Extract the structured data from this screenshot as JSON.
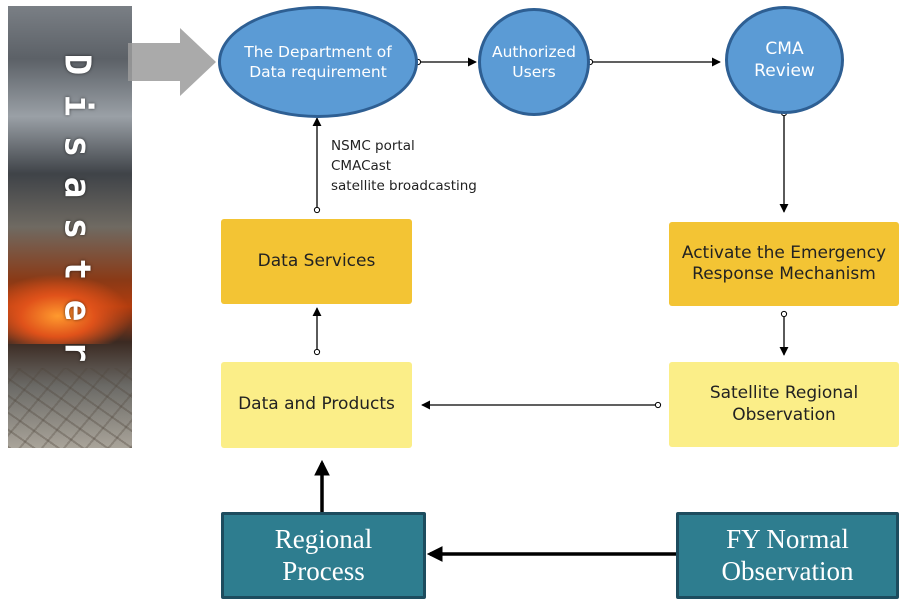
{
  "banner": {
    "word": "Disaster"
  },
  "nodes": {
    "dept": "The Department of Data requirement",
    "users": "Authorized Users",
    "cma": "CMA Review",
    "activate": "Activate the Emergency Response Mechanism",
    "services": "Data Services",
    "products": "Data and Products",
    "satellite": "Satellite Regional Observation",
    "regional": "Regional Process",
    "fy": "FY Normal Observation"
  },
  "channels": [
    "NSMC portal",
    "CMACast",
    "satellite broadcasting"
  ],
  "colors": {
    "circle_fill": "#5b9bd5",
    "circle_border": "#2e5f93",
    "box_dark_yellow": "#f3c434",
    "box_light_yellow": "#fbee88",
    "box_teal": "#2e7d8f",
    "box_teal_border": "#1d4c5e",
    "arrow": "#000000",
    "big_arrow": "#9b9b9b"
  }
}
